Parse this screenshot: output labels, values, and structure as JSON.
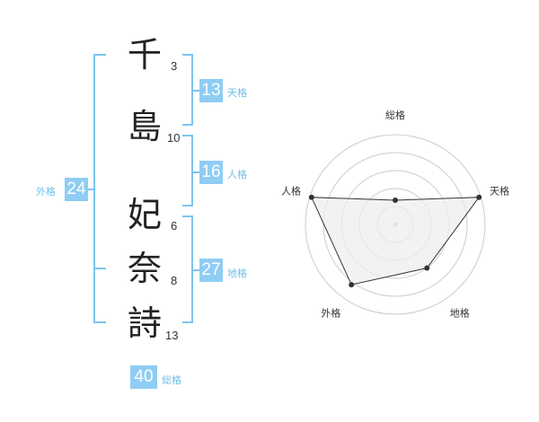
{
  "name": {
    "chars": [
      {
        "char": "千",
        "strokes": "3"
      },
      {
        "char": "島",
        "strokes": "10"
      },
      {
        "char": "妃",
        "strokes": "6"
      },
      {
        "char": "奈",
        "strokes": "8"
      },
      {
        "char": "詩",
        "strokes": "13"
      }
    ]
  },
  "kaku": {
    "tenkaku": {
      "value": "13",
      "label": "天格"
    },
    "jinkaku": {
      "value": "16",
      "label": "人格"
    },
    "chikaku": {
      "value": "27",
      "label": "地格"
    },
    "gaikaku": {
      "value": "24",
      "label": "外格"
    },
    "soukaku": {
      "value": "40",
      "label": "総格"
    }
  },
  "radar": {
    "axes": [
      "総格",
      "天格",
      "地格",
      "外格",
      "人格"
    ],
    "values": [
      0.27,
      0.98,
      0.6,
      0.83,
      0.98
    ],
    "line_color": "#333333",
    "fill_color": "#eeeeee",
    "ring_color": "#cccccc"
  }
}
